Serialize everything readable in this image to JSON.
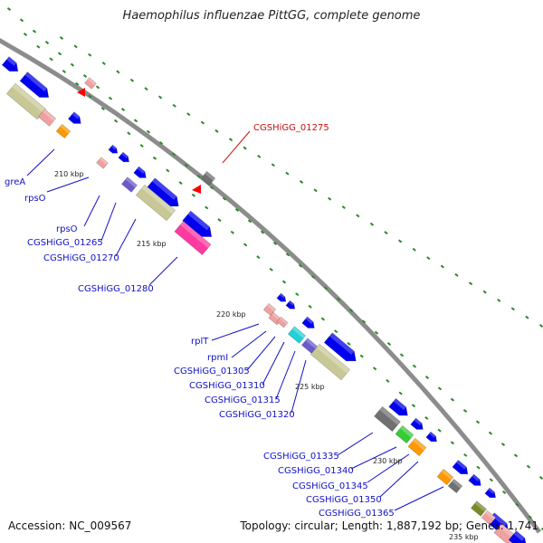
{
  "title": "Haemophilus influenzae PittGG, complete genome",
  "footer": {
    "accession": "Accession: NC_009567",
    "summary": "Topology: circular; Length: 1,887,192 bp; Genes: 1,741"
  },
  "kbp_markers": [
    "210 kbp",
    "215 kbp",
    "220 kbp",
    "225 kbp",
    "230 kbp",
    "235 kbp"
  ],
  "gene_labels": [
    {
      "text": "greA",
      "color": "blue"
    },
    {
      "text": "rpsO",
      "color": "blue"
    },
    {
      "text": "rpsO",
      "color": "blue"
    },
    {
      "text": "CGSHiGG_01265",
      "color": "blue"
    },
    {
      "text": "CGSHiGG_01270",
      "color": "blue"
    },
    {
      "text": "CGSHiGG_01280",
      "color": "blue"
    },
    {
      "text": "CGSHiGG_01275",
      "color": "red"
    },
    {
      "text": "rplT",
      "color": "blue"
    },
    {
      "text": "rpmI",
      "color": "blue"
    },
    {
      "text": "CGSHiGG_01305",
      "color": "blue"
    },
    {
      "text": "CGSHiGG_01310",
      "color": "blue"
    },
    {
      "text": "CGSHiGG_01315",
      "color": "blue"
    },
    {
      "text": "CGSHiGG_01320",
      "color": "blue"
    },
    {
      "text": "CGSHiGG_01335",
      "color": "blue"
    },
    {
      "text": "CGSHiGG_01340",
      "color": "blue"
    },
    {
      "text": "CGSHiGG_01345",
      "color": "blue"
    },
    {
      "text": "CGSHiGG_01350",
      "color": "blue"
    },
    {
      "text": "CGSHiGG_01365",
      "color": "blue"
    }
  ],
  "colors": {
    "backbone": "#8c8c8c",
    "tick": "#2a8a2a",
    "gene_blue": "#0000ee",
    "gene_khaki": "#c8c896",
    "gene_pink": "#f0a0a0",
    "gene_magenta": "#ff3aa0",
    "gene_orange": "#ff9900",
    "gene_gray": "#707070",
    "gene_red": "#ff0000",
    "gene_cyan": "#22d0d8",
    "gene_purple": "#6a5acd",
    "gene_green": "#33cc33",
    "gene_olive": "#7a8a2a",
    "label_blue": "#1010c8",
    "label_red": "#c81010"
  }
}
